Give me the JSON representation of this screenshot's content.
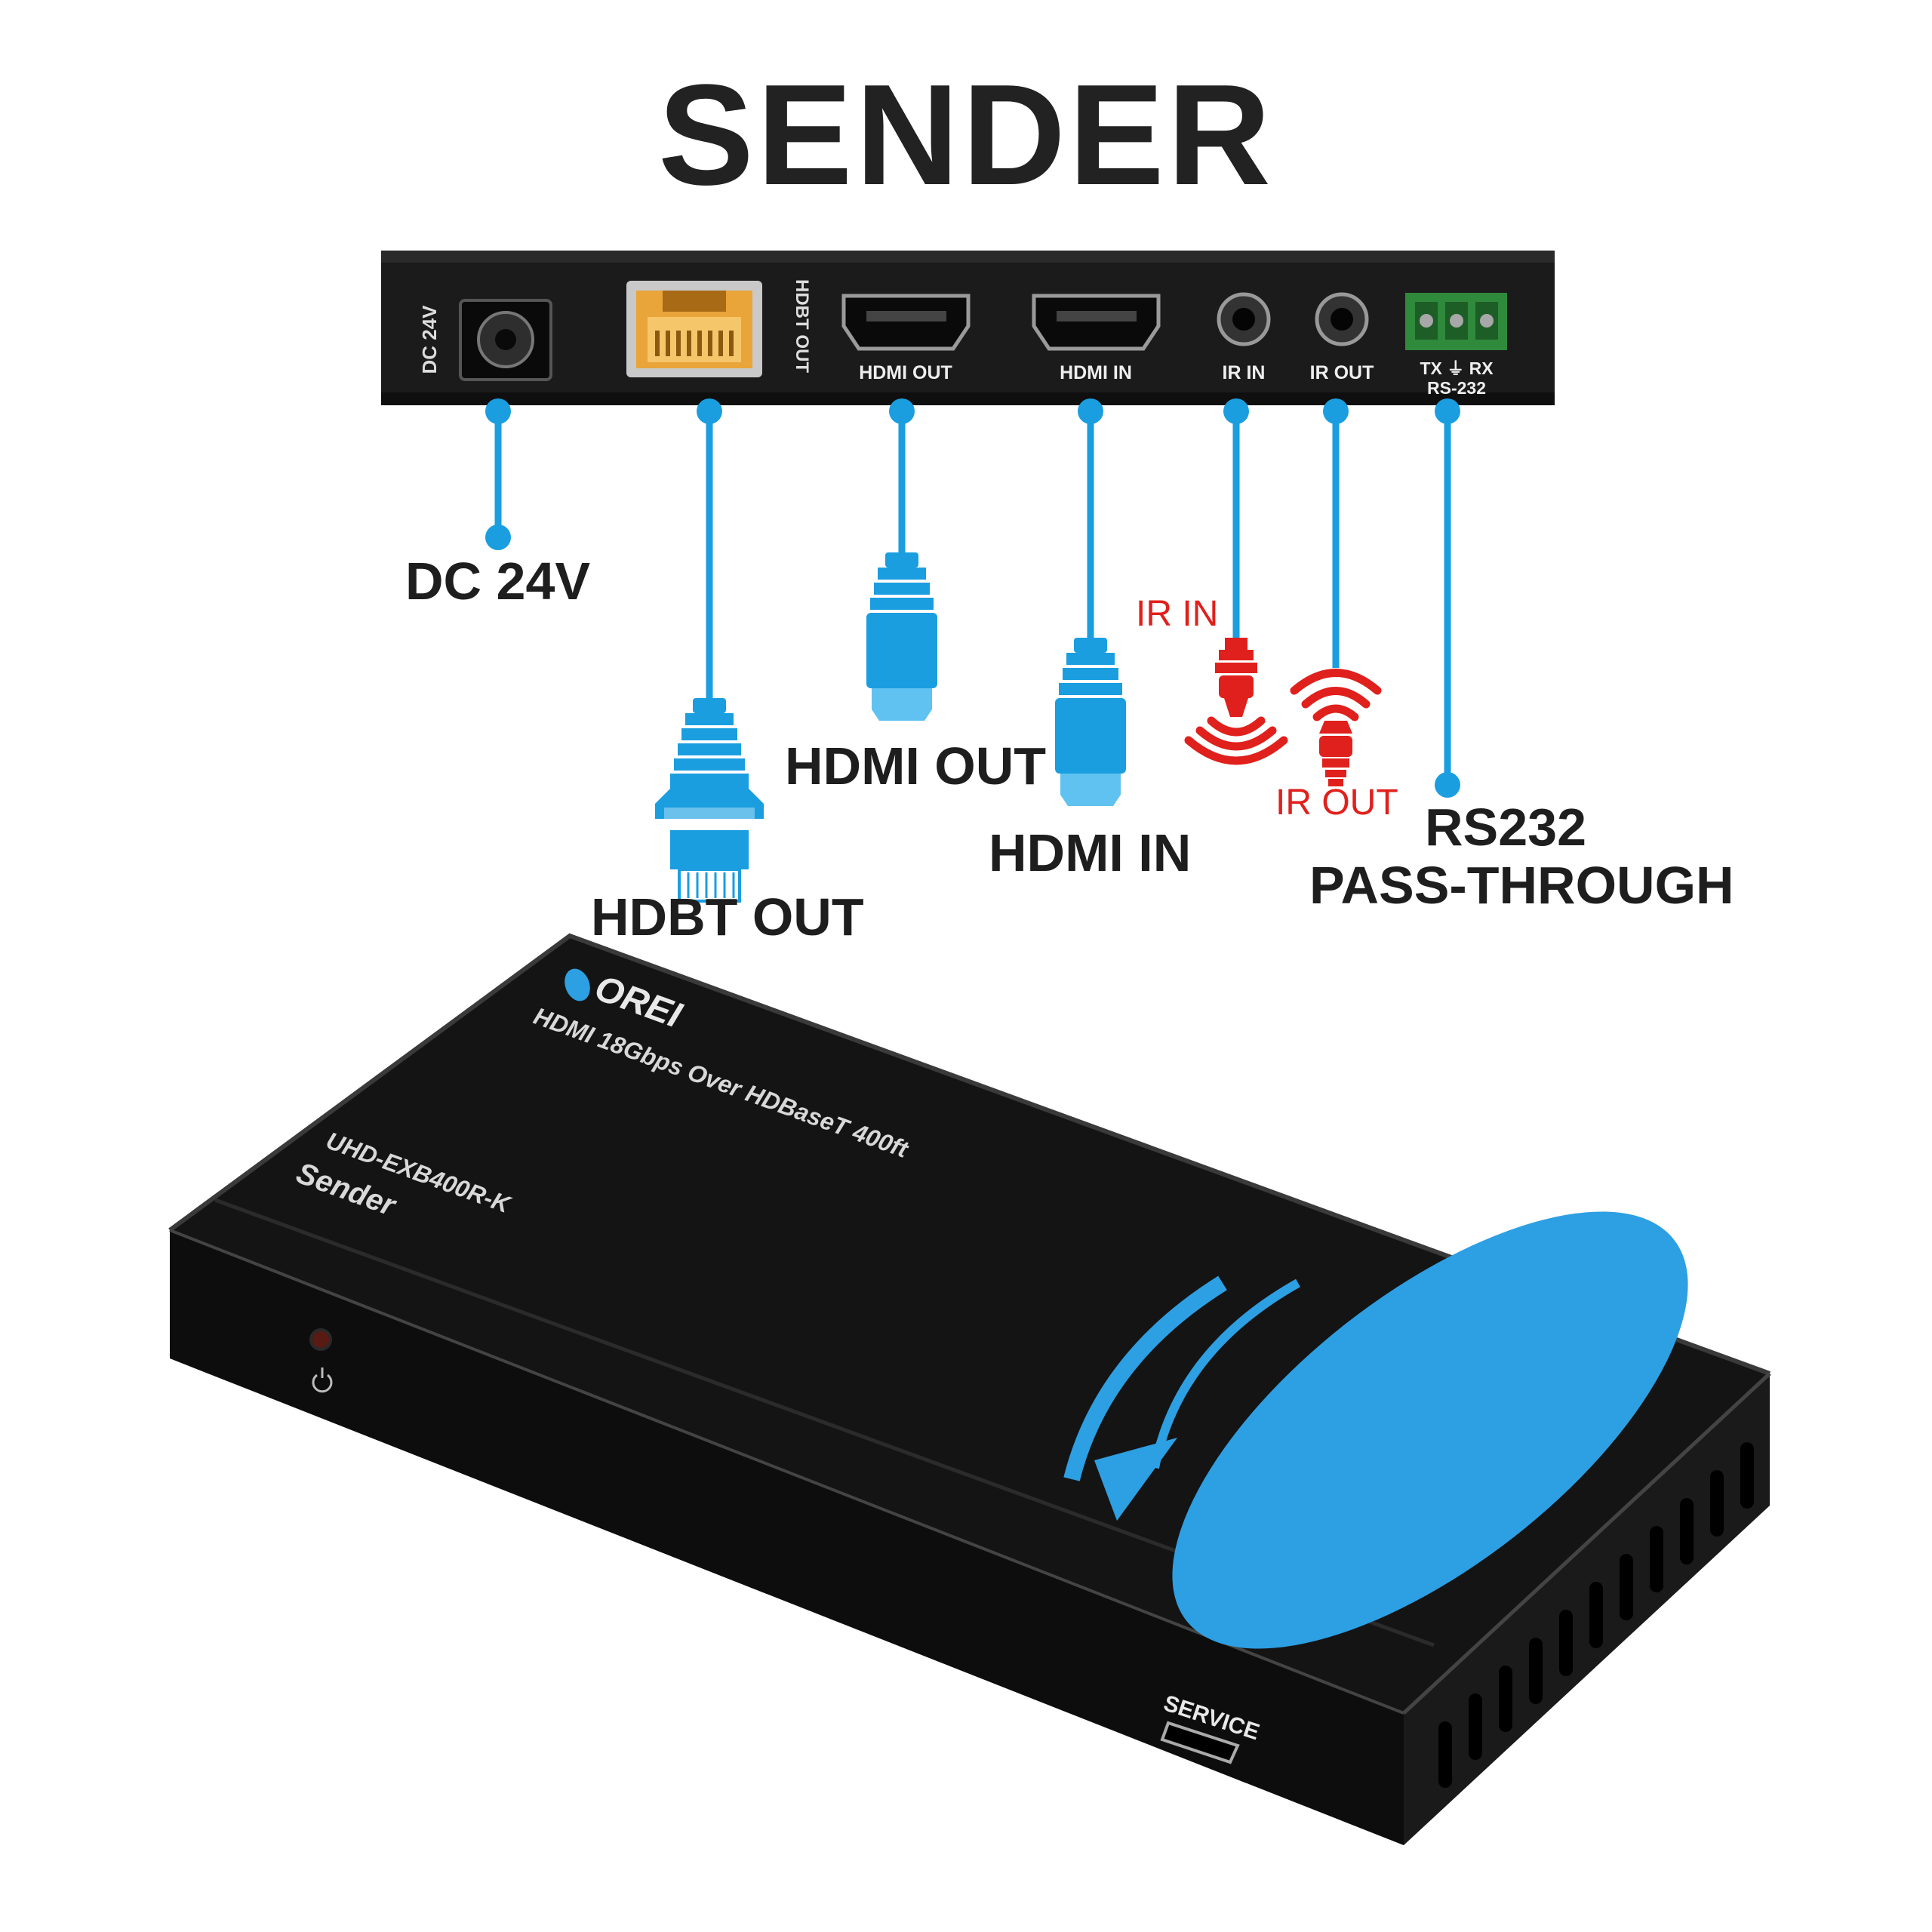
{
  "title": "SENDER",
  "colors": {
    "accent_blue": "#1a9ee0",
    "ir_red": "#e0201c",
    "device_black": "#151515",
    "port_gold": "#e9a43a"
  },
  "panel_labels": {
    "dc": "DC 24V",
    "hdbt": "HDBT OUT",
    "hdmi_out": "HDMI OUT",
    "hdmi_in": "HDMI IN",
    "ir_in": "IR IN",
    "ir_out": "IR OUT",
    "rs232_pins": "TX ⏚ RX",
    "rs232": "RS-232"
  },
  "callouts": {
    "dc": "DC 24V",
    "hdbt_out": "HDBT OUT",
    "hdmi_out": "HDMI OUT",
    "hdmi_in": "HDMI IN",
    "ir_in": "IR IN",
    "ir_out": "IR OUT",
    "rs232_line1": "RS232",
    "rs232_line2": "PASS-THROUGH"
  },
  "device": {
    "brand": "OREI",
    "description": "HDMI 18Gbps Over HDBaseT 400ft",
    "model": "UHD-EXB400R-K",
    "role": "Sender",
    "power_icon": "power-icon",
    "service_label": "SERVICE"
  }
}
